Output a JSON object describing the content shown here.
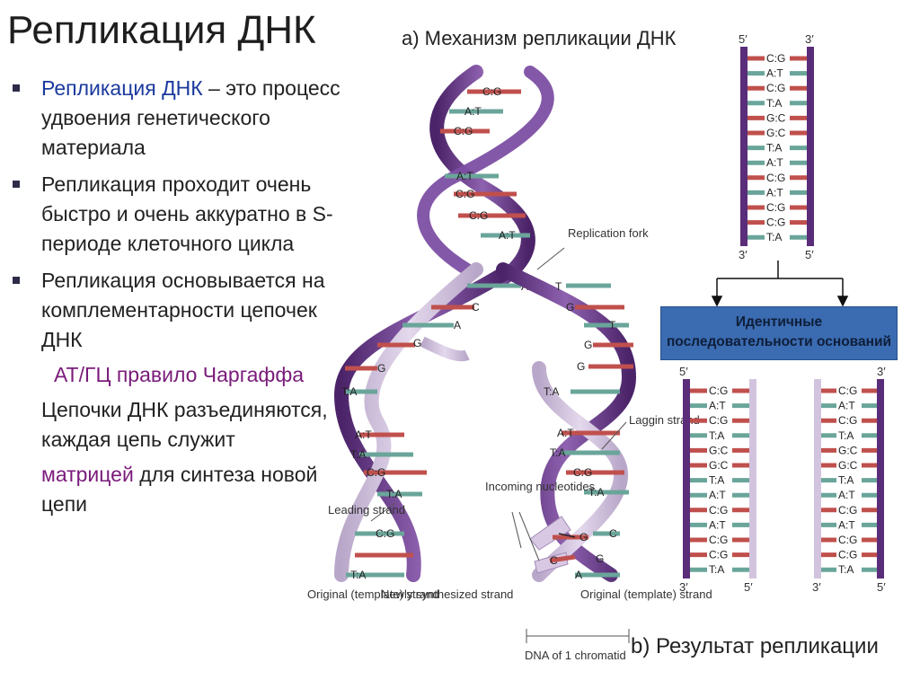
{
  "title": "Репликация ДНК",
  "panel_a_label": "а) Механизм репликации ДНК",
  "panel_b_label": "b) Результат репликации",
  "bullets": [
    {
      "highlight": "Репликация ДНК",
      "rest_first": " – это",
      "rest": "процесс удвоения генетического материала"
    },
    {
      "text": "Репликация проходит очень быстро и очень аккуратно в S-периоде клеточного цикла"
    },
    {
      "text": "Репликация основывается на комплементарности цепочек ДНК"
    }
  ],
  "chargaff": "АТ/ГЦ правило Чаргаффа",
  "strands_text": "Цепочки ДНК разъединяются, каждая цепь служит",
  "matrix_word": "матрицей",
  "matrix_rest": " для синтеза новой цепи",
  "diagram_labels": {
    "replication_fork": "Replication fork",
    "laggin_strand": "Laggin strand",
    "leading_strand": "Leading strand",
    "incoming_nucleotides": "Incoming nucleotides",
    "original_left": "Original (template) strand",
    "newly_synth": "Newly synthesized strand",
    "original_right": "Original (template) strand",
    "dna_chromatid": "DNA of 1 chromatid"
  },
  "identical_box": "Идентичные последовательности оснований",
  "ladder_top_pairs": [
    "C:G",
    "A:T",
    "C:G",
    "T:A",
    "G:C",
    "G:C",
    "T:A",
    "A:T",
    "C:G",
    "A:T",
    "C:G",
    "C:G",
    "T:A"
  ],
  "ladder_bottom_pairs": [
    "C:G",
    "A:T",
    "C:G",
    "T:A",
    "G:C",
    "G:C",
    "T:A",
    "A:T",
    "C:G",
    "A:T",
    "C:G",
    "C:G",
    "T:A"
  ],
  "end_labels": {
    "five": "5′",
    "three": "3′"
  },
  "colors": {
    "purple_strand": "#6b3a8c",
    "light_strand": "#c9b9d6",
    "rung_red": "#c0504d",
    "rung_teal": "#6aa59a",
    "box_blue": "#3b6bb0"
  }
}
